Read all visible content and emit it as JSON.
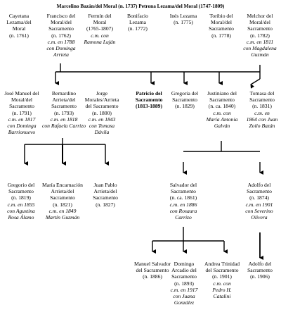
{
  "title": "Marcelino Bazán/del Moral (n. 1737) Petrona Lezama/del Moral (1747-1809)",
  "generation1": [
    {
      "name": "Cayetana Lezama/del Moral",
      "life": "(n. 1761)"
    },
    {
      "name": "Francisco del Moral/del Sacramento",
      "life": "(n. 1762)",
      "spouse_label": "c.m. en 1788",
      "spouse": "con Dominga Arrieta"
    },
    {
      "name": "Fermín del Moral",
      "life": "(1765-1807)",
      "spouse_label": "c.m. con",
      "spouse": "Ramona Luján"
    },
    {
      "name": "Bonifacio Lezama",
      "life": "(n. 1772)"
    },
    {
      "name": "Inés Lezama",
      "life": "(n. 1775)"
    },
    {
      "name": "Toribio del Moral/del Sacramento",
      "life": "(n. 1778)"
    },
    {
      "name": "Melchor del Moral/del Sacramento",
      "life": "(n. 1782)",
      "spouse_label": "c.m. en 1811",
      "spouse": "con Magdalena Guzmán"
    }
  ],
  "generation2": [
    {
      "name": "José Manuel del Moral/del Sacramento",
      "life": "(n. 1791)",
      "spouse_label": "c.m. en 1817",
      "spouse": "con Dominga Barrionuevo"
    },
    {
      "name": "Bernardino Arrieta/del Sacramento",
      "life": "(n. 1793)",
      "spouse_label": "c.m. en 1818",
      "spouse": "con Rafaela Carrizo"
    },
    {
      "name": "Jorge Morales/Arrieta del Sacramento",
      "life": "(n. 1800)",
      "spouse_label": "c.m. en 1843",
      "spouse": "con Tomasa Dávila"
    },
    {
      "name": "Patricio del Sacramento",
      "life": "(1813-1889)",
      "bold": true
    },
    {
      "name": "Gregoria del Sacramento",
      "life": "(n. 1829)"
    },
    {
      "name": "Justiniano del Sacramento",
      "life": "(n. ca. 1840)",
      "spouse_label": "c.m. con",
      "spouse": "María Antonia Galván"
    },
    {
      "name": "Tomasa del Sacramento",
      "life": "(n. 1831)",
      "spouse_label": "c.m. en",
      "spouse": "1864 con Juan Zoilo Bazán"
    }
  ],
  "generation3": [
    {
      "name": "Gregorio del Sacramento",
      "life": "(n. 1819)",
      "spouse_label": "c.m. en 1855",
      "spouse": "con Agustina Rosa Álamo"
    },
    {
      "name": "María Encarnación Arrieta/del Sacramento",
      "life": "(n. 1821)",
      "spouse_label": "c.m. en 1849",
      "spouse": "Martín Guzmán"
    },
    {
      "name": "Juan Pablo Arrieta/del Sacramento",
      "life": "(n. 1827)"
    },
    {
      "name": "Salvador del Sacramento",
      "life": "(n. ca. 1861)",
      "spouse_label": "c.m. en 1886",
      "spouse": "con Rosaura Carrizo"
    },
    {
      "name": "Adolfo del Sacramento",
      "life": "(n. 1874)",
      "spouse_label": "c.m. en 1901",
      "spouse": "con Severino Olivera"
    }
  ],
  "generation4": [
    {
      "name": "Manuel Salvador del Sacramento",
      "life": "(n. 1886)"
    },
    {
      "name": "Domingo Arcadio del Sacramento",
      "life": "(n. 1893)",
      "spouse_label": "c.m. en 1917",
      "spouse": "con Juana González"
    },
    {
      "name": "Andrea Trinidad del Sacramento",
      "life": "(n. 1901)",
      "spouse_label": "c.m. con",
      "spouse": "Pedro H. Catalini"
    },
    {
      "name": "Adolfo del Sacramento",
      "life": "(n. 1906)"
    }
  ],
  "line_color": "#000000"
}
